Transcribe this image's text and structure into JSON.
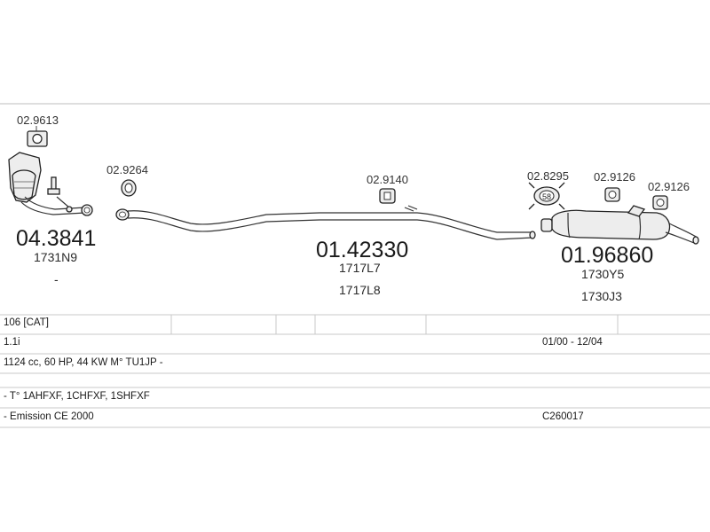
{
  "parts": {
    "catalyst": {
      "code": "04.3841",
      "ref": "1731N9"
    },
    "gasket_cat": {
      "code": "02.9613"
    },
    "gasket_front": {
      "code": "02.9264"
    },
    "middle_pipe": {
      "code": "01.42330",
      "ref1": "1717L7",
      "ref2": "1717L8"
    },
    "hanger_middle": {
      "code": "02.9140"
    },
    "clamp_rear": {
      "code": "02.8295",
      "size": "58"
    },
    "hanger_rear_1": {
      "code": "02.9126"
    },
    "hanger_rear_2": {
      "code": "02.9126"
    },
    "rear_silencer": {
      "code": "01.96860",
      "ref1": "1730Y5",
      "ref2": "1730J3"
    },
    "bullet": "-"
  },
  "vehicle": {
    "model": "106  [CAT]",
    "engine": "1.1i",
    "dates": "01/00 - 12/04",
    "spec": "1124 cc, 60 HP, 44 KW  M° TU1JP -",
    "types": "- T° 1AHFXF, 1CHFXF, 1SHFXF",
    "emission": "- Emission CE 2000",
    "catalog_code": "C260017"
  }
}
